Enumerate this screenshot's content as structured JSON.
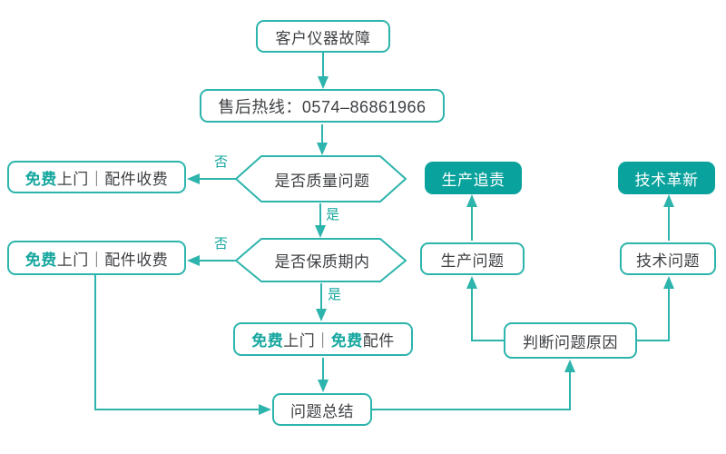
{
  "nodes": {
    "customer_fault": {
      "label": "客户仪器故障"
    },
    "hotline": {
      "label": "售后热线：0574–86861966"
    },
    "decision_quality": {
      "label": "是否质量问题"
    },
    "decision_warranty": {
      "label": "是否保质期内"
    },
    "result_quality_no": {
      "parts": [
        "免费",
        "上门｜",
        "配件收费"
      ]
    },
    "result_warranty_no": {
      "parts": [
        "免费",
        "上门｜",
        "配件收费"
      ]
    },
    "result_warranty_yes": {
      "parts": [
        "免费",
        "上门｜",
        "免费",
        "配件"
      ]
    },
    "summary": {
      "label": "问题总结"
    },
    "judge_cause": {
      "label": "判断问题原因"
    },
    "production_problem": {
      "label": "生产问题"
    },
    "tech_problem": {
      "label": "技术问题"
    },
    "production_accountability": {
      "label": "生产追责"
    },
    "tech_innovation": {
      "label": "技术革新"
    }
  },
  "edge_labels": {
    "quality_no": "否",
    "quality_yes": "是",
    "warranty_no": "否",
    "warranty_yes": "是"
  },
  "colors": {
    "line": "#2db4ac",
    "fill": "#0aa29d",
    "accent": "#17a79f",
    "text": "#3e4043"
  }
}
